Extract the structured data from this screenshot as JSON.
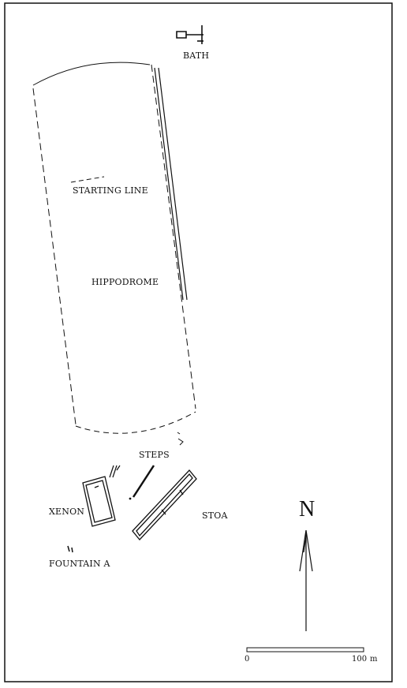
{
  "map": {
    "labels": {
      "bath": "BATH",
      "starting_line": "STARTING LINE",
      "hippodrome": "HIPPODROME",
      "steps": "STEPS",
      "xenon": "XENON",
      "stoa": "STOA",
      "fountain_a": "FOUNTAIN A"
    },
    "north_arrow": {
      "letter": "N"
    },
    "scale_bar": {
      "start_label": "0",
      "end_label": "100",
      "unit": "m"
    }
  }
}
